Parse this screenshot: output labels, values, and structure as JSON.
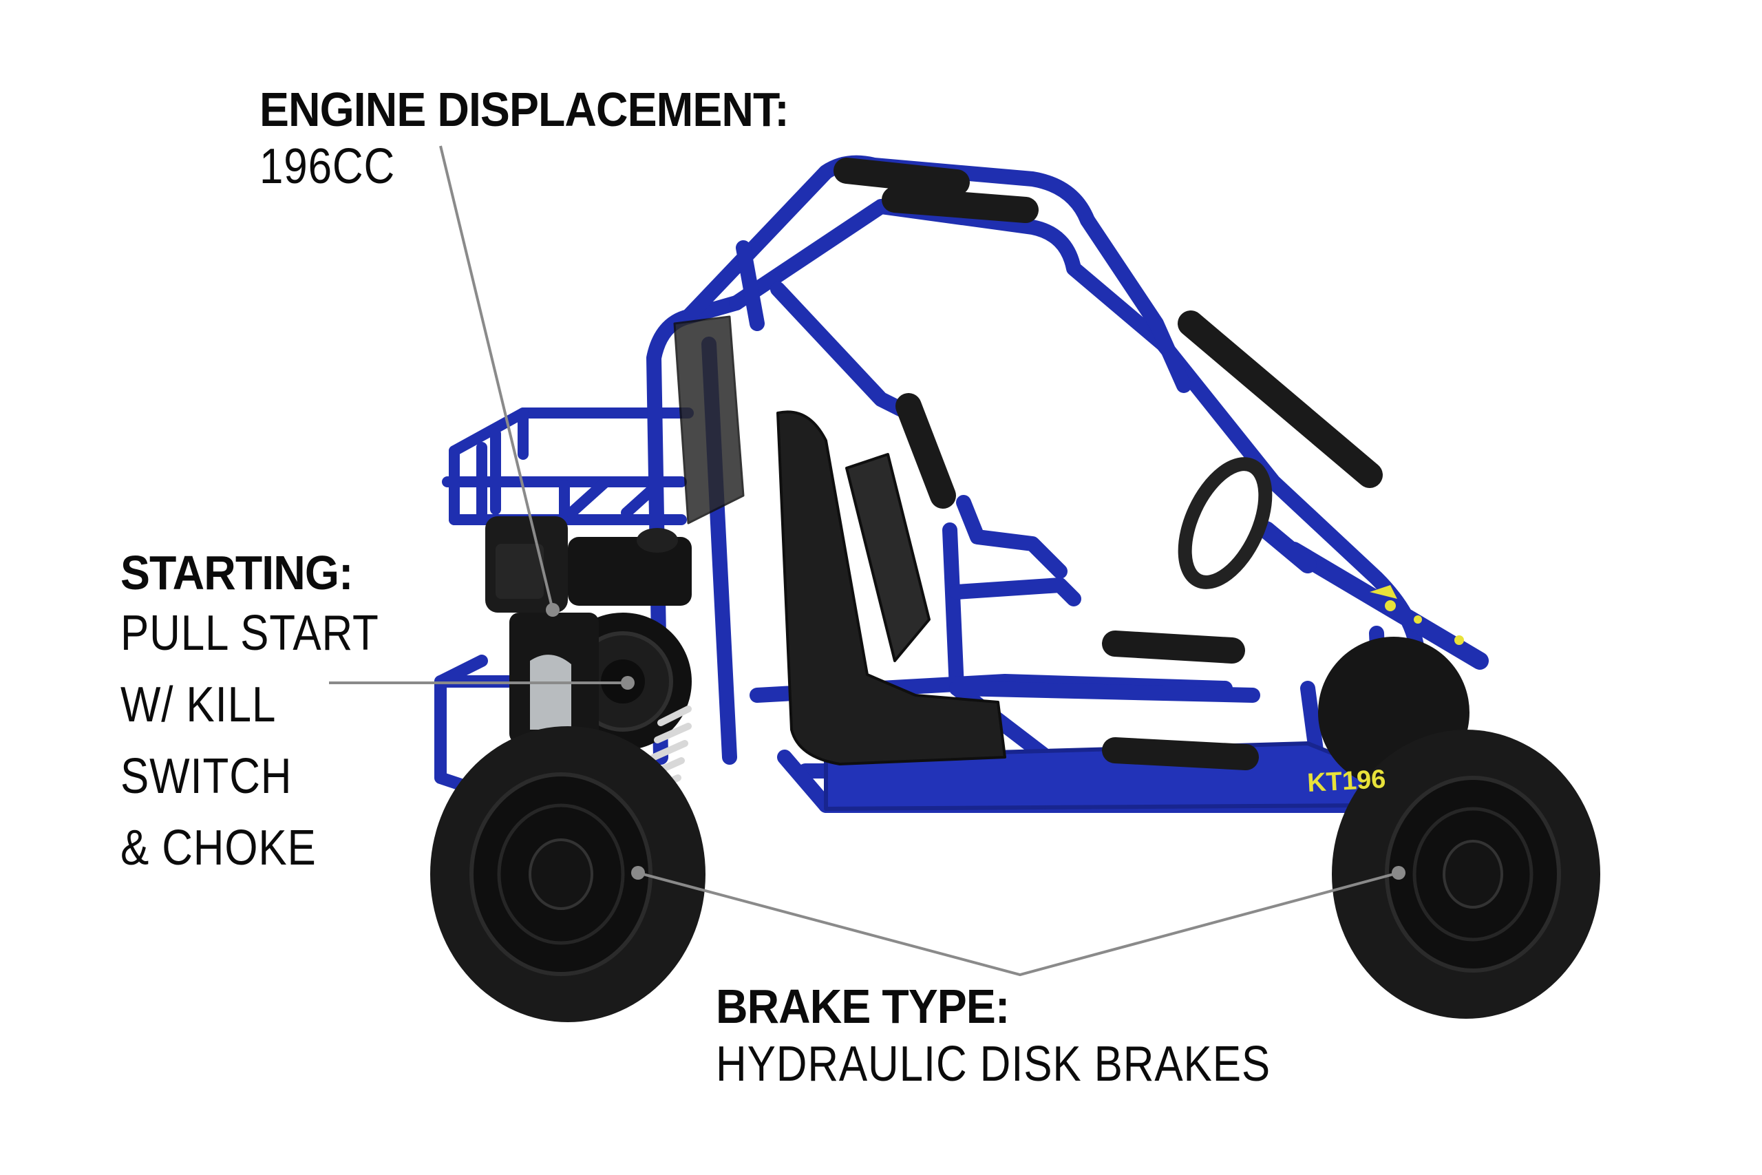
{
  "colors": {
    "background": "#ffffff",
    "text": "#0b0b0b",
    "frame_blue": "#1f2fb0",
    "frame_highlight": "#5a6ae0",
    "rubber_black": "#1a1a1a",
    "leader_line": "#8a8a8a",
    "decal_yellow": "#e8e23a"
  },
  "callouts": {
    "engine": {
      "label": "ENGINE DISPLACEMENT:",
      "value": "196CC",
      "icon": "leader-line-dot"
    },
    "starting": {
      "label": "STARTING:",
      "lines": [
        "PULL START",
        "W/ KILL",
        "SWITCH",
        "& CHOKE"
      ],
      "icon": "leader-line-dot"
    },
    "brake": {
      "label": "BRAKE TYPE:",
      "value": "HYDRAULIC DISK BRAKES",
      "icon": "leader-line-dot"
    }
  },
  "product": {
    "decal_text": "KT196",
    "subject": "blue go-kart with roll cage, rear cargo rack, engine, seat, steering wheel and four off-road tires"
  }
}
